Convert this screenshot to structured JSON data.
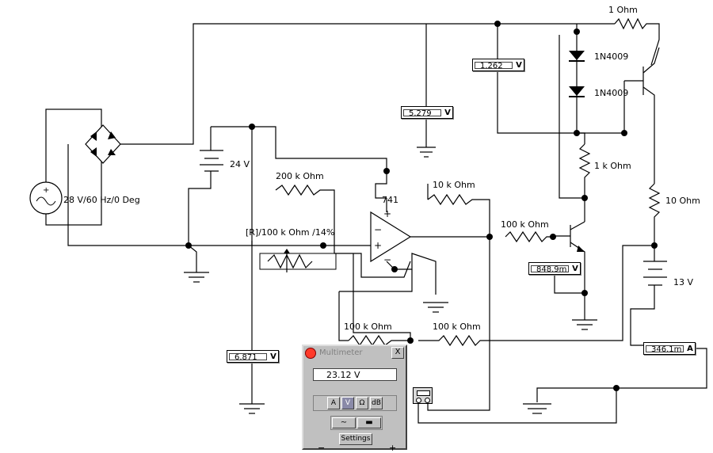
{
  "components": {
    "r_1ohm": "1  Ohm",
    "d1": "1N4009",
    "d2": "1N4009",
    "r_1k": "1 k Ohm",
    "r_10ohm": "10  Ohm",
    "battery_13": "13 V",
    "battery_24": "24 V",
    "source": "28 V/60 Hz/0 Deg",
    "r_200k": "200 k Ohm",
    "r_10k": "10 k Ohm",
    "opamp": "741",
    "pot": "[R]/100 k Ohm /14%",
    "r_100k_a": "100 k Ohm",
    "r_100k_b": "100 k Ohm",
    "r_100k_c": "100 k Ohm"
  },
  "meters": {
    "m1": {
      "value": "1.262",
      "unit": "V"
    },
    "m2": {
      "value": "5.279",
      "unit": "V"
    },
    "m3": {
      "value": "848.9m",
      "unit": "V"
    },
    "m4": {
      "value": "6.871",
      "unit": "V"
    },
    "m5": {
      "value": "346.1m",
      "unit": "A"
    }
  },
  "multimeter": {
    "title": "Multimeter",
    "close": "X",
    "reading": "23.12   V",
    "modes": [
      "A",
      "V",
      "Ω",
      "dB"
    ],
    "active_mode": "V",
    "settings_label": "Settings",
    "minus": "−",
    "plus": "+"
  }
}
